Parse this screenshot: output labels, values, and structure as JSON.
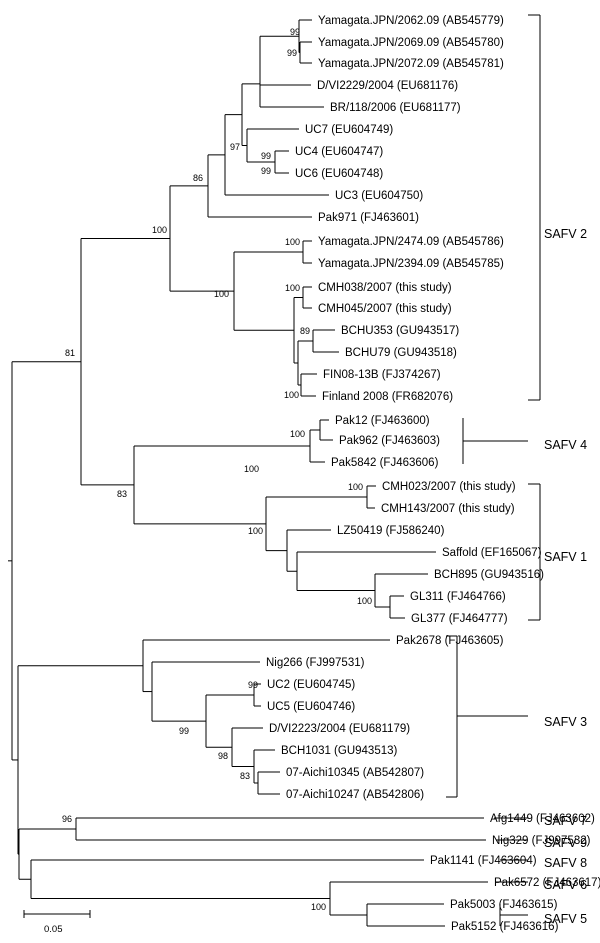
{
  "leaves": [
    {
      "id": "t1",
      "label": "Yamagata.JPN/2062.09 (AB545779)"
    },
    {
      "id": "t2",
      "label": "Yamagata.JPN/2069.09 (AB545780)"
    },
    {
      "id": "t3",
      "label": "Yamagata.JPN/2072.09 (AB545781)"
    },
    {
      "id": "t4",
      "label": "D/VI2229/2004 (EU681176)"
    },
    {
      "id": "t5",
      "label": "BR/118/2006 (EU681177)"
    },
    {
      "id": "t6",
      "label": "UC7 (EU604749)"
    },
    {
      "id": "t7",
      "label": "UC4 (EU604747)"
    },
    {
      "id": "t8",
      "label": "UC6 (EU604748)"
    },
    {
      "id": "t9",
      "label": "UC3 (EU604750)"
    },
    {
      "id": "t10",
      "label": "Pak971 (FJ463601)"
    },
    {
      "id": "t11",
      "label": "Yamagata.JPN/2474.09 (AB545786)"
    },
    {
      "id": "t12",
      "label": "Yamagata.JPN/2394.09 (AB545785)"
    },
    {
      "id": "t13",
      "label": "CMH038/2007 (this study)"
    },
    {
      "id": "t14",
      "label": "CMH045/2007 (this study)"
    },
    {
      "id": "t15",
      "label": "BCHU353 (GU943517)"
    },
    {
      "id": "t16",
      "label": "BCHU79 (GU943518)"
    },
    {
      "id": "t17",
      "label": "FIN08-13B (FJ374267)"
    },
    {
      "id": "t18",
      "label": "Finland 2008 (FR682076)"
    },
    {
      "id": "t19",
      "label": "Pak12 (FJ463600)"
    },
    {
      "id": "t20",
      "label": "Pak962 (FJ463603)"
    },
    {
      "id": "t21",
      "label": "Pak5842 (FJ463606)"
    },
    {
      "id": "t22",
      "label": "CMH023/2007 (this study)"
    },
    {
      "id": "t23",
      "label": "CMH143/2007 (this study)"
    },
    {
      "id": "t24",
      "label": "LZ50419 (FJ586240)"
    },
    {
      "id": "t25",
      "label": "Saffold (EF165067)"
    },
    {
      "id": "t26",
      "label": "BCH895 (GU943516)"
    },
    {
      "id": "t27",
      "label": "GL311 (FJ464766)"
    },
    {
      "id": "t28",
      "label": "GL377 (FJ464777)"
    },
    {
      "id": "t29",
      "label": "Pak2678 (FJ463605)"
    },
    {
      "id": "t30",
      "label": "Nig266 (FJ997531)"
    },
    {
      "id": "t31",
      "label": "UC2 (EU604745)"
    },
    {
      "id": "t32",
      "label": "UC5 (EU604746)"
    },
    {
      "id": "t33",
      "label": "D/VI2223/2004 (EU681179)"
    },
    {
      "id": "t34",
      "label": "BCH1031 (GU943513)"
    },
    {
      "id": "t35",
      "label": "07-Aichi10345 (AB542807)"
    },
    {
      "id": "t36",
      "label": "07-Aichi10247 (AB542806)"
    },
    {
      "id": "t37",
      "label": "Afg1449 (FJ463602)"
    },
    {
      "id": "t38",
      "label": "Nig329 (FJ997532)"
    },
    {
      "id": "t39",
      "label": "Pak1141 (FJ463604)"
    },
    {
      "id": "t40",
      "label": "Pak6572 (FJ463617)"
    },
    {
      "id": "t41",
      "label": "Pak5003 (FJ463615)"
    },
    {
      "id": "t42",
      "label": "Pak5152 (FJ463616)"
    }
  ],
  "bootstrap": [
    {
      "id": "b1",
      "value": "99"
    },
    {
      "id": "b2",
      "value": "99"
    },
    {
      "id": "b3",
      "value": "97"
    },
    {
      "id": "b4",
      "value": "99"
    },
    {
      "id": "b5",
      "value": "99"
    },
    {
      "id": "b6",
      "value": "86"
    },
    {
      "id": "b7",
      "value": "100"
    },
    {
      "id": "b8",
      "value": "100"
    },
    {
      "id": "b9",
      "value": "100"
    },
    {
      "id": "b10",
      "value": "100"
    },
    {
      "id": "b11",
      "value": "89"
    },
    {
      "id": "b12",
      "value": "100"
    },
    {
      "id": "b13",
      "value": "81"
    },
    {
      "id": "b14",
      "value": "100"
    },
    {
      "id": "b15",
      "value": "100"
    },
    {
      "id": "b16",
      "value": "83"
    },
    {
      "id": "b17",
      "value": "100"
    },
    {
      "id": "b18",
      "value": "100"
    },
    {
      "id": "b19",
      "value": "100"
    },
    {
      "id": "b20",
      "value": "99"
    },
    {
      "id": "b21",
      "value": "99"
    },
    {
      "id": "b22",
      "value": "98"
    },
    {
      "id": "b23",
      "value": "83"
    },
    {
      "id": "b24",
      "value": "96"
    },
    {
      "id": "b25",
      "value": "100"
    }
  ],
  "groups": [
    {
      "id": "g2",
      "label": "SAFV 2"
    },
    {
      "id": "g4",
      "label": "SAFV 4"
    },
    {
      "id": "g1",
      "label": "SAFV 1"
    },
    {
      "id": "g3",
      "label": "SAFV 3"
    },
    {
      "id": "g7",
      "label": "SAFV 7"
    },
    {
      "id": "g9",
      "label": "SAFV 9"
    },
    {
      "id": "g8",
      "label": "SAFV 8"
    },
    {
      "id": "g6",
      "label": "SAFV 6"
    },
    {
      "id": "g5",
      "label": "SAFV 5"
    }
  ],
  "scale_bar": {
    "label": "0.05",
    "value": 0.05
  }
}
